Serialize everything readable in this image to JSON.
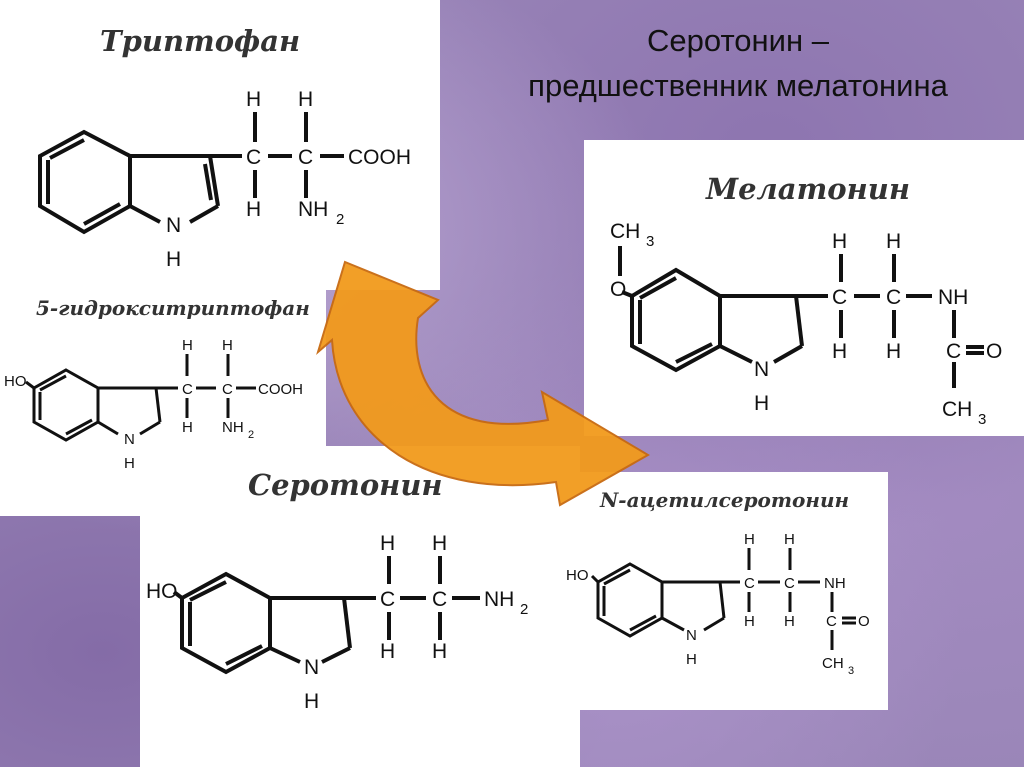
{
  "slide": {
    "title_line1": "Серотонин –",
    "title_line2": "предшественник мелатонина"
  },
  "molecules": {
    "tryptophan": "Триптофан",
    "hydroxytryptophan": "5-гидрокситриптофан",
    "serotonin": "Серотонин",
    "melatonin": "Мелатонин",
    "acetylserotonin": "N-ацетилсеротонин"
  },
  "atoms": {
    "H": "H",
    "C": "C",
    "N": "N",
    "O": "O",
    "COOH": "COOH",
    "NH": "NH",
    "NH2": "NH",
    "sub2": "2",
    "CH3": "CH",
    "sub3": "3",
    "HO": "HO"
  },
  "colors": {
    "background": "#9a86b8",
    "panel": "#ffffff",
    "arrow_fill": "#f29a1c",
    "arrow_edge": "#c86a10"
  }
}
